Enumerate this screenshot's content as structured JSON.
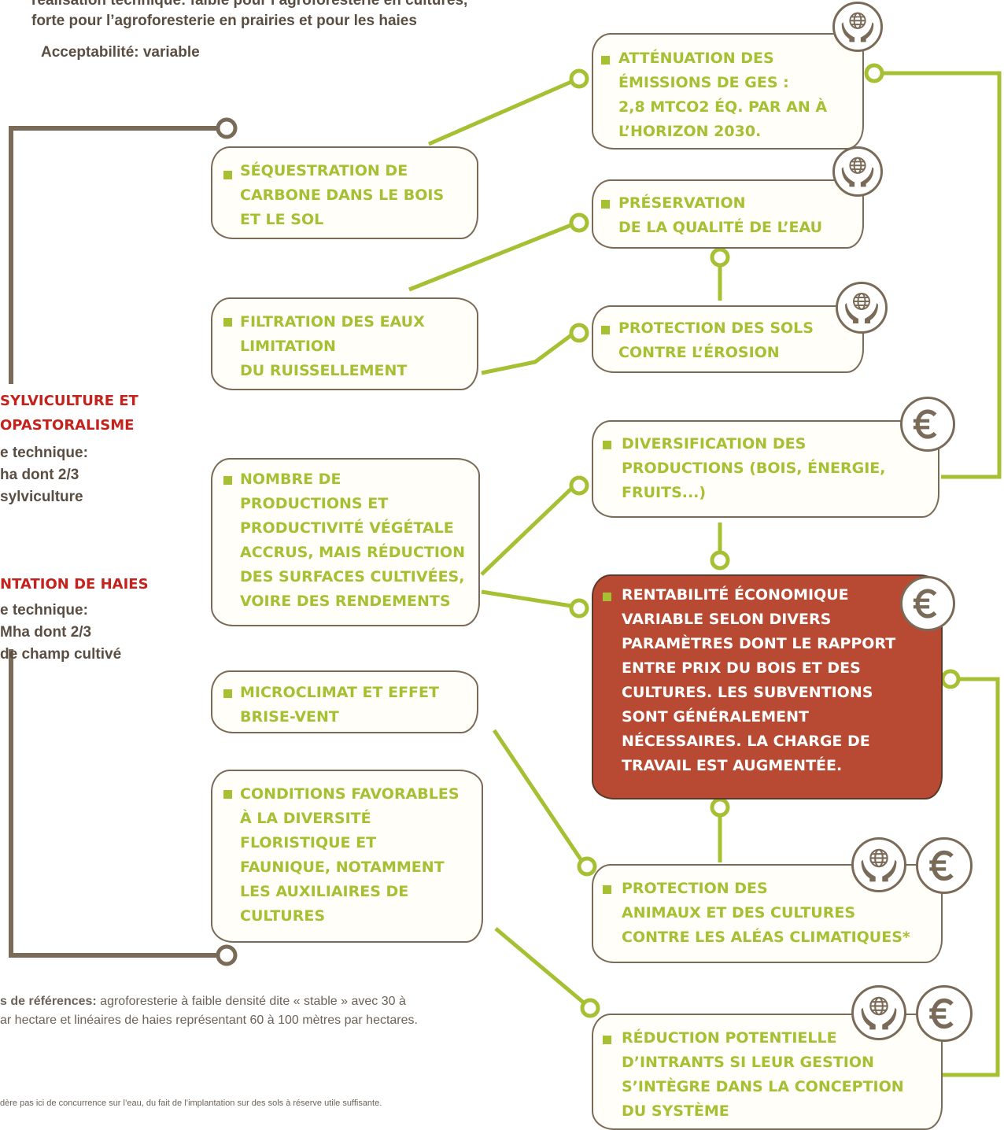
{
  "header": {
    "line1": "réalisation technique: faible pour l’agroforesterie en cultures,",
    "line2": "forte pour l’agroforesterie en prairies et pour les haies",
    "line3": "Acceptabilité: variable"
  },
  "left_labels": {
    "agrosylvi_title1": "SYLVICULTURE ET",
    "agrosylvi_title2": "OPASTORALISME",
    "agrosylvi_l1": "e technique:",
    "agrosylvi_l2": "ha dont 2/3",
    "agrosylvi_l3": "sylviculture",
    "haies_title": "NTATION DE HAIES",
    "haies_l1": "e technique:",
    "haies_l2": "Mha dont 2/3",
    "haies_l3": "de champ cultivé"
  },
  "boxes": {
    "sequestration": "Séquestration de\ncarbone dans le bois\net le sol",
    "filtration": "Filtration des eaux\nlimitation\ndu ruissellement",
    "nombre": "Nombre de\nproductions et\nproductivité végétale\naccrus, mais réduction\ndes surfaces cultivées,\nvoire des rendements",
    "microclimat": "Microclimat et effet\nbrise-vent",
    "conditions": "Conditions favorables\nà la diversité\nfloristique et\nfaunique, notamment\nles auxiliaires de\ncultures",
    "attenuation": "Atténuation des\némissions de GES :\n2,8 MtCO2 éq. par an à\nl’horizon 2030.",
    "preservation": "Préservation\nde la qualité de l’eau",
    "protection_sols": "Protection des sols\ncontre l’érosion",
    "diversification": "Diversification des\nproductions (bois, énergie,\nfruits...)",
    "rentabilite": "Rentabilité économique\nvariable selon divers\nparamètres dont le rapport\nentre prix du bois et des\ncultures. Les subventions\nsont généralement\nnécessaires. La charge de\ntravail est augmentée.",
    "protection_animaux": "Protection des\nanimaux et des cultures\ncontre les aléas climatiques*",
    "reduction": "Réduction potentielle\nd’intrants si leur gestion\ns’intègre dans la conception\ndu système"
  },
  "footer": {
    "ref_bold": "s de références:",
    "ref_text": " agroforesterie à faible densité dite « stable » avec 30 à",
    "ref_line2": "ar hectare et linéaires de haies représentant 60 à 100 mètres par hectares.",
    "footnote": "dère pas ici de concurrence sur l’eau, du fait de l’implantation sur des sols à réserve utile suffisante."
  },
  "colors": {
    "green": "#a5c033",
    "brown": "#7a6a58",
    "red_text": "#c4221c",
    "highlight_box": "#b84a33"
  },
  "icons": {
    "environment": "globe-in-hands-icon",
    "economic": "euro-icon"
  }
}
